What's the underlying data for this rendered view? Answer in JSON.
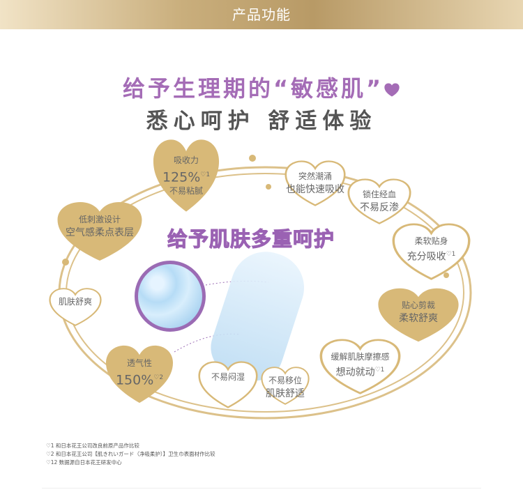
{
  "header": {
    "title": "产品功能"
  },
  "headline": {
    "line1": "给予生理期的“敏感肌”",
    "line2": "悉心呵护 舒适体验"
  },
  "center_slogan": "给予肌肤多重呵护",
  "hearts": [
    {
      "lines": [
        "吸收力",
        "125%",
        "不易粘腻"
      ],
      "mark": "♡1",
      "style": "gold"
    },
    {
      "lines": [
        "突然潮涌",
        "也能快速吸收"
      ],
      "style": "outline"
    },
    {
      "lines": [
        "锁住经血",
        "不易反渗"
      ],
      "style": "outline"
    },
    {
      "lines": [
        "柔软贴身",
        "充分吸收"
      ],
      "mark": "♡1",
      "style": "outline"
    },
    {
      "lines": [
        "贴心剪裁",
        "柔软舒爽"
      ],
      "style": "gold"
    },
    {
      "lines": [
        "缓解肌肤摩擦感",
        "想动就动"
      ],
      "mark": "♡1",
      "style": "outline"
    },
    {
      "lines": [
        "不易移位",
        "肌肤舒适"
      ],
      "style": "outline"
    },
    {
      "lines": [
        "不易闷湿"
      ],
      "style": "outline"
    },
    {
      "lines": [
        "透气性",
        "150%"
      ],
      "mark": "♡2",
      "style": "gold"
    },
    {
      "lines": [
        "肌肤舒爽"
      ],
      "style": "outline"
    },
    {
      "lines": [
        "低刺激设计",
        "空气感柔点表层"
      ],
      "style": "gold"
    }
  ],
  "notes": [
    "♡1 和日本花王公司改良前原产品作比较",
    "♡2 和日本花王公司【肌きれいガード（净吸柔护）】卫生巾表面材作比较",
    "♡12 数据源自日本花王研发中心"
  ],
  "colors": {
    "gold": "#d8b978",
    "purple": "#9b6bb4",
    "text": "#666666"
  }
}
